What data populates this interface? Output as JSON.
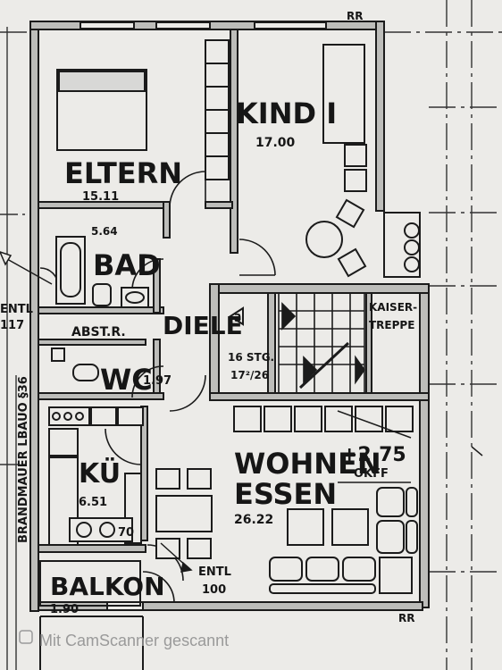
{
  "rooms": {
    "eltern": {
      "name": "ELTERN",
      "area": "15.11"
    },
    "kind": {
      "name": "KIND I",
      "area": "17.00"
    },
    "bad": {
      "name": "BAD",
      "area": "5.64"
    },
    "abstr": {
      "name": "ABST.R."
    },
    "wc": {
      "name": "WC",
      "area": "1.97"
    },
    "diele": {
      "name": "DIELE"
    },
    "kaiser": {
      "line1": "KAISER-",
      "line2": "TREPPE"
    },
    "stairs": {
      "steps": "16 STG.",
      "ratio": "17²/26"
    },
    "kueche": {
      "name": "KÜ",
      "area": "6.51"
    },
    "kueche_label": "70",
    "wohnen": {
      "line1": "WOHNEN",
      "line2": "ESSEN",
      "area": "26.22"
    },
    "level": {
      "value": "+2.75",
      "label": "OKFF"
    },
    "balkon": {
      "name": "BALKON",
      "area": "1.90"
    },
    "entl_inner": {
      "name": "ENTL",
      "value": "100"
    }
  },
  "marks": {
    "rr_top": "RR",
    "rr_bottom": "RR",
    "entl_left": "ENTL",
    "entl_left_value": "117",
    "brandmauer": "BRANDMAUER LBAUO §36",
    "stair_number": "3"
  },
  "watermark": "Mit CamScanner gescannt",
  "colors": {
    "ink": "#1b1b1b",
    "paper": "#ecebe8",
    "wall_fill": "#bdbdba"
  }
}
